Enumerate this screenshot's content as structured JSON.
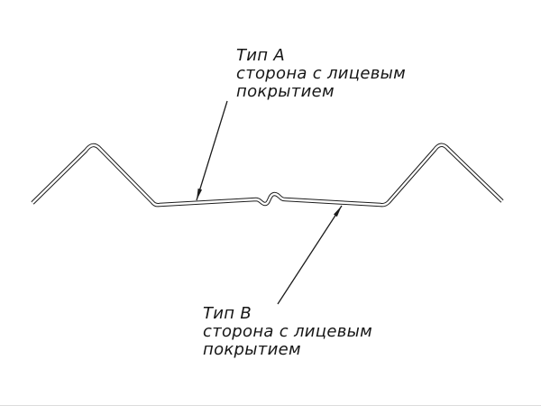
{
  "diagram": {
    "labels": {
      "type_a": {
        "title": "Тип A",
        "line1": "сторона с лицевым",
        "line2": "покрытием"
      },
      "type_b": {
        "title": "Тип B",
        "line1": "сторона с лицевым",
        "line2": "покрытием"
      }
    }
  },
  "colors": {
    "line": "#1c1c1c",
    "background": "#ffffff"
  }
}
